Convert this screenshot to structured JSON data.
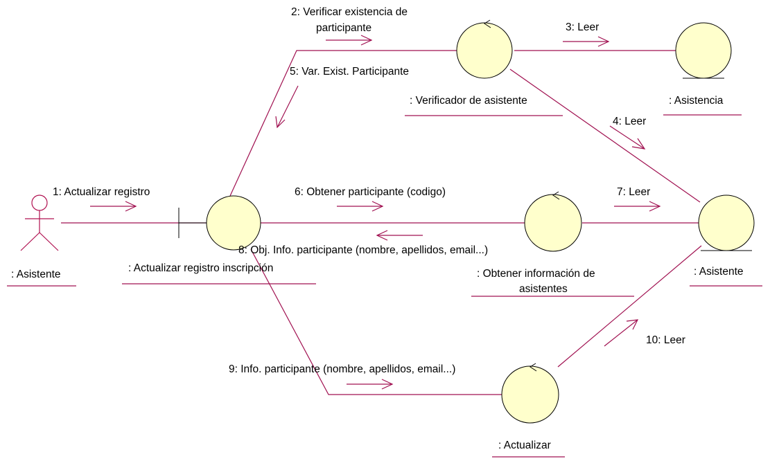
{
  "colors": {
    "link": "#a01050",
    "object_fill": "#ffffcc",
    "object_stroke": "#000000",
    "actor_stroke": "#b01050",
    "text": "#000000"
  },
  "actor": {
    "name": ": Asistente",
    "icon": "actor-stick-figure-icon"
  },
  "objects": [
    {
      "id": "actualizar-registro",
      "kind": "boundary",
      "label_lines": [
        ": Actualizar registro inscripción"
      ]
    },
    {
      "id": "verificador",
      "kind": "control",
      "label_lines": [
        ": Verificador de asistente"
      ]
    },
    {
      "id": "asistencia",
      "kind": "entity",
      "label_lines": [
        ": Asistencia"
      ]
    },
    {
      "id": "obtener-info",
      "kind": "control",
      "label_lines": [
        ": Obtener información de",
        "asistentes"
      ]
    },
    {
      "id": "asistente-entity",
      "kind": "entity",
      "label_lines": [
        ": Asistente"
      ]
    },
    {
      "id": "actualizar",
      "kind": "control",
      "label_lines": [
        ": Actualizar"
      ]
    }
  ],
  "messages": [
    {
      "id": "m1",
      "text_lines": [
        "1: Actualizar registro"
      ]
    },
    {
      "id": "m2",
      "text_lines": [
        "2: Verificar existencia de",
        "participante"
      ]
    },
    {
      "id": "m3",
      "text_lines": [
        "3: Leer"
      ]
    },
    {
      "id": "m4",
      "text_lines": [
        "4: Leer"
      ]
    },
    {
      "id": "m5",
      "text_lines": [
        "5: Var. Exist. Participante"
      ]
    },
    {
      "id": "m6",
      "text_lines": [
        "6: Obtener participante (codigo)"
      ]
    },
    {
      "id": "m7",
      "text_lines": [
        "7: Leer"
      ]
    },
    {
      "id": "m8",
      "text_lines": [
        "8: Obj. Info. participante (nombre, apellidos, email...)"
      ]
    },
    {
      "id": "m9",
      "text_lines": [
        "9: Info. participante (nombre, apellidos, email...)"
      ]
    },
    {
      "id": "m10",
      "text_lines": [
        "10: Leer"
      ]
    }
  ]
}
